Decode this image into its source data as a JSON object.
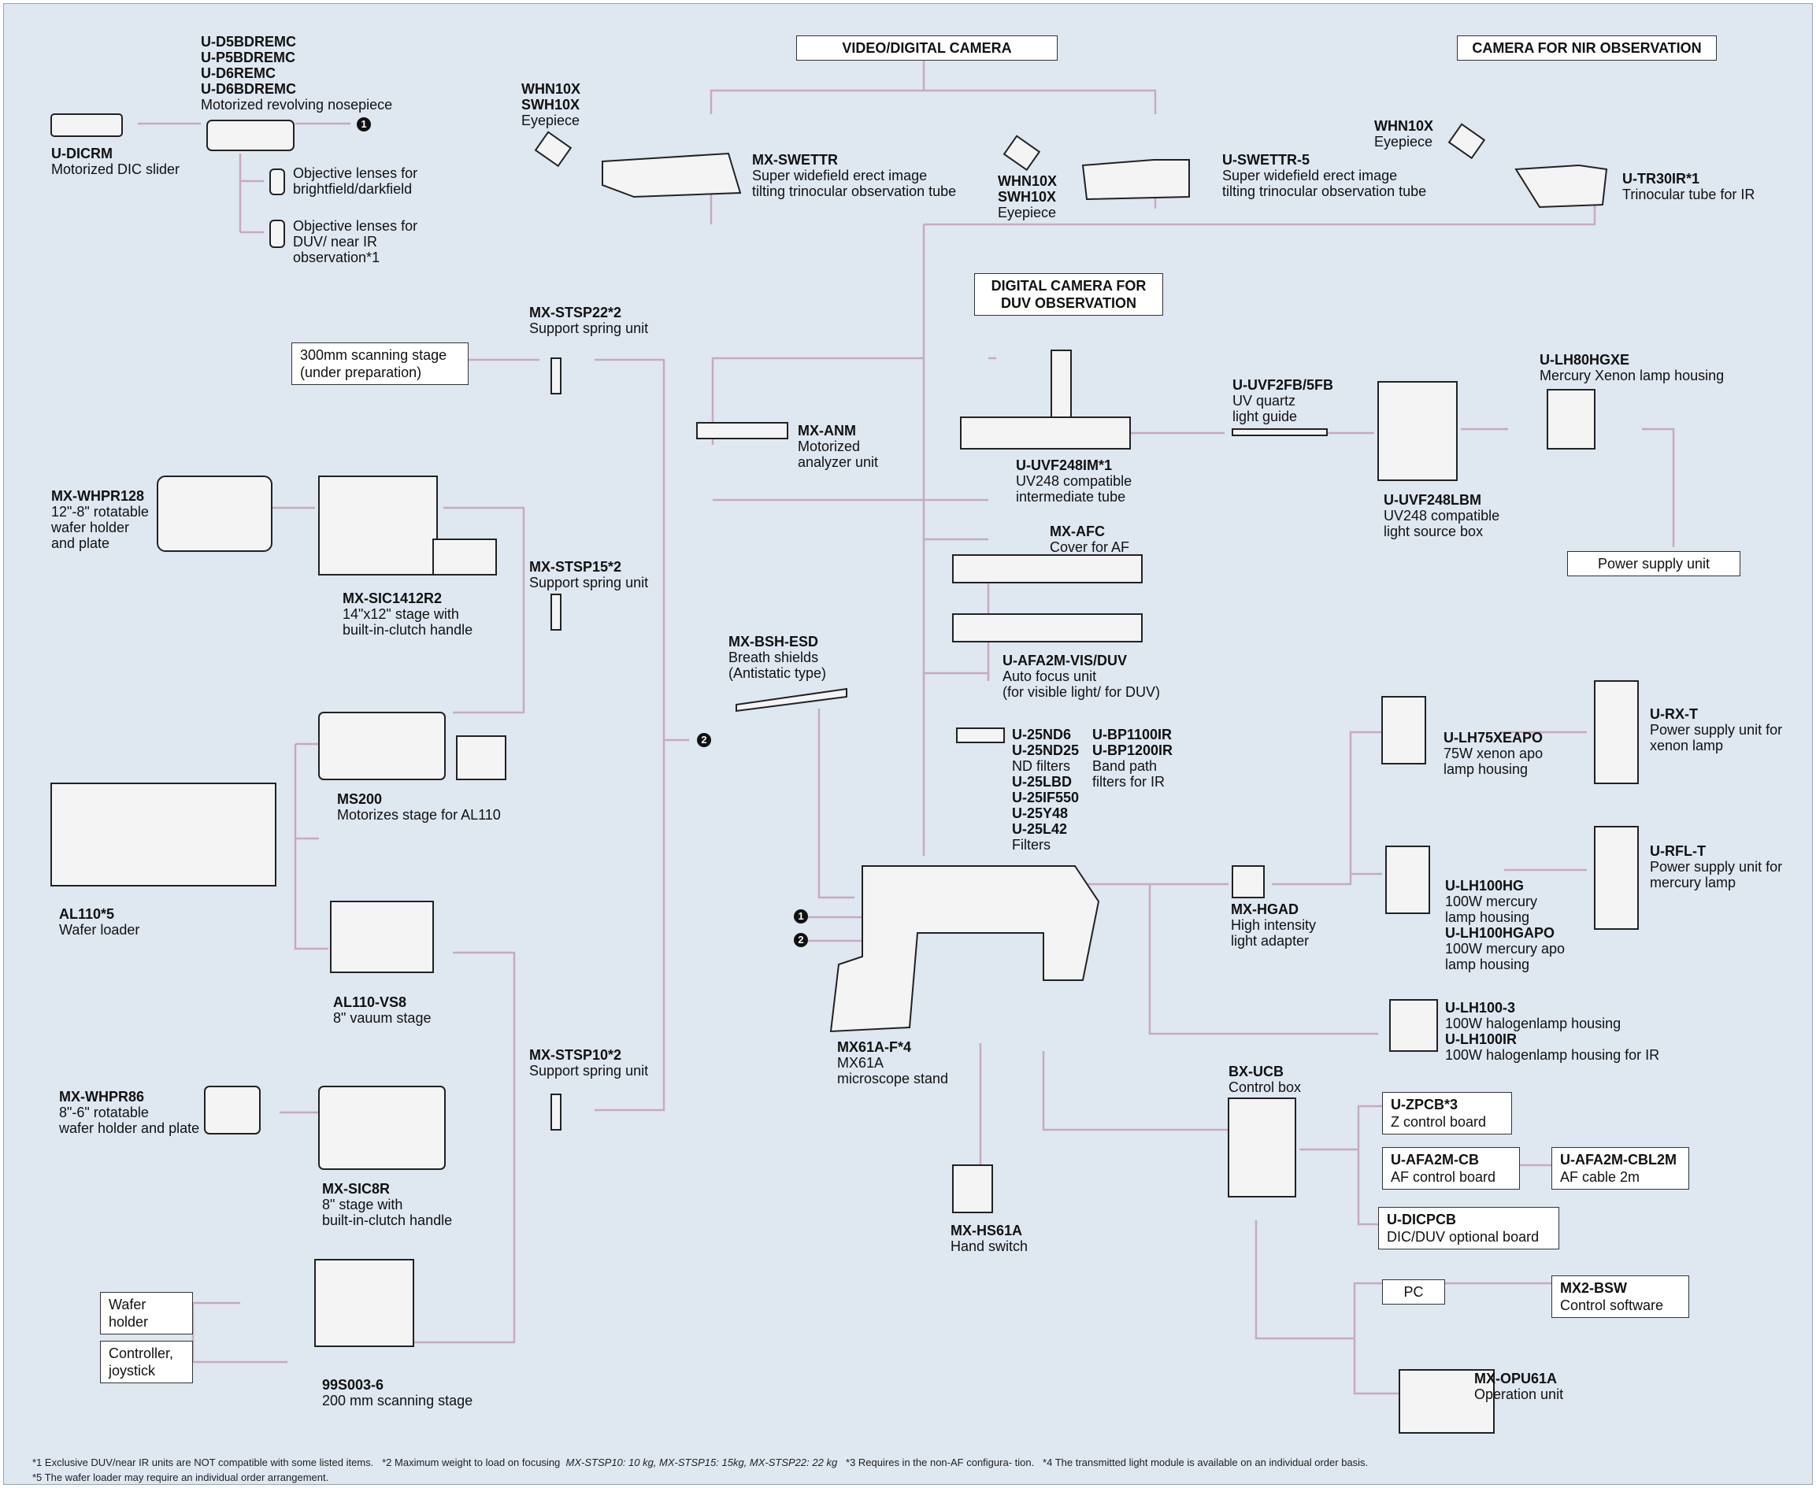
{
  "colors": {
    "background": "#dfe7f1",
    "connector": "#c8a9bd",
    "equipment_fill": "#f4f4f4",
    "equipment_stroke": "#222222"
  },
  "headings": {
    "video_camera": "VIDEO/DIGITAL CAMERA",
    "nir_camera": "CAMERA FOR NIR OBSERVATION",
    "duv_camera": "DIGITAL CAMERA FOR DUV OBSERVATION"
  },
  "boxes": {
    "scan300": "300mm scanning stage (under preparation)",
    "power_supply": "Power supply unit",
    "wafer_holder": "Wafer holder",
    "controller": "Controller, joystick",
    "pc": "PC"
  },
  "markers": {
    "one": "1",
    "two": "2"
  },
  "components": {
    "nosepiece": {
      "title": "U-D5BDREMC\nU-P5BDREMC\nU-D6REMC\nU-D6BDREMC",
      "desc": "Motorized revolving nosepiece"
    },
    "dicrm": {
      "title": "U-DICRM",
      "desc": "Motorized DIC slider"
    },
    "obj_bf": {
      "desc": "Objective lenses for brightfield/darkfield"
    },
    "obj_duv": {
      "desc": "Objective lenses for DUV/ near IR observation*1"
    },
    "eyepiece1": {
      "title": "WHN10X\nSWH10X",
      "desc": "Eyepiece"
    },
    "swettr": {
      "title": "MX-SWETTR",
      "desc": "Super widefield erect image\ntilting trinocular observation tube"
    },
    "eyepiece2": {
      "title": "WHN10X\nSWH10X",
      "desc": "Eyepiece"
    },
    "swettr5": {
      "title": "U-SWETTR-5",
      "desc": "Super widefield erect image\ntilting trinocular observation tube"
    },
    "eyepiece3": {
      "title": "WHN10X",
      "desc": "Eyepiece"
    },
    "tr30ir": {
      "title": "U-TR30IR*1",
      "desc": "Trinocular tube for IR"
    },
    "stsp22": {
      "title": "MX-STSP22*2",
      "desc": "Support spring unit"
    },
    "stsp15": {
      "title": "MX-STSP15*2",
      "desc": "Support spring unit"
    },
    "stsp10": {
      "title": "MX-STSP10*2",
      "desc": "Support spring unit"
    },
    "whpr128": {
      "title": "MX-WHPR128",
      "desc": "12\"-8\" rotatable\nwafer holder\nand plate"
    },
    "sic1412": {
      "title": "MX-SIC1412R2",
      "desc": "14\"x12\" stage with\nbuilt-in-clutch handle"
    },
    "ms200": {
      "title": "MS200",
      "desc": "Motorizes stage for AL110"
    },
    "al110": {
      "title": "AL110*5",
      "desc": "Wafer loader"
    },
    "vs8": {
      "title": "AL110-VS8",
      "desc": "8\" vauum stage"
    },
    "whpr86": {
      "title": "MX-WHPR86",
      "desc": "8\"-6\" rotatable\nwafer holder and plate"
    },
    "sic8r": {
      "title": "MX-SIC8R",
      "desc": "8\" stage with\nbuilt-in-clutch handle"
    },
    "scan99": {
      "title": "99S003-6",
      "desc": "200 mm scanning stage"
    },
    "anm": {
      "title": "MX-ANM",
      "desc": "Motorized\nanalyzer unit"
    },
    "bsh": {
      "title": "MX-BSH-ESD",
      "desc": "Breath shields\n(Antistatic type)"
    },
    "uvf248im": {
      "title": "U-UVF248IM*1",
      "desc": "UV248 compatible\nintermediate tube"
    },
    "uvf2fb": {
      "title": "U-UVF2FB/5FB",
      "desc": "UV quartz\nlight guide"
    },
    "uvf248lbm": {
      "title": "U-UVF248LBM",
      "desc": "UV248 compatible\nlight source box"
    },
    "lh80": {
      "title": "U-LH80HGXE",
      "desc": "Mercury Xenon lamp housing"
    },
    "afc": {
      "title": "MX-AFC",
      "desc": "Cover for AF"
    },
    "afa2m": {
      "title": "U-AFA2M-VIS/DUV",
      "desc": "Auto focus unit\n(for visible light/ for DUV)"
    },
    "filters": {
      "title": "U-25ND6\nU-25ND25",
      "desc": "ND filters"
    },
    "filters2": {
      "title": "U-25LBD\nU-25IF550\nU-25Y48\nU-25L42",
      "desc": "Filters"
    },
    "bp": {
      "title": "U-BP1100IR\nU-BP1200IR",
      "desc": "Band path\nfilters for IR"
    },
    "lh75": {
      "title": "U-LH75XEAPO",
      "desc": "75W xenon apo\nlamp housing"
    },
    "rxt": {
      "title": "U-RX-T",
      "desc": "Power supply unit for\nxenon lamp"
    },
    "hgad": {
      "title": "MX-HGAD",
      "desc": "High intensity\nlight adapter"
    },
    "lh100hg": {
      "title": "U-LH100HG",
      "desc": "100W mercury\nlamp housing"
    },
    "lh100hgapo": {
      "title": "U-LH100HGAPO",
      "desc": "100W mercury apo\nlamp housing"
    },
    "rflt": {
      "title": "U-RFL-T",
      "desc": "Power supply unit for\nmercury lamp"
    },
    "lh1003": {
      "title": "U-LH100-3",
      "desc": "100W halogenlamp housing"
    },
    "lh100ir": {
      "title": "U-LH100IR",
      "desc": "100W halogenlamp housing for IR"
    },
    "stand": {
      "title": "MX61A-F*4",
      "desc": "MX61A\nmicroscope stand"
    },
    "hs61a": {
      "title": "MX-HS61A",
      "desc": "Hand switch"
    },
    "ucb": {
      "title": "BX-UCB",
      "desc": "Control box"
    },
    "zpcb": {
      "title": "U-ZPCB*3",
      "desc": "Z control board"
    },
    "afacb": {
      "title": "U-AFA2M-CB",
      "desc": "AF control board"
    },
    "afacbl": {
      "title": "U-AFA2M-CBL2M",
      "desc": "AF cable 2m"
    },
    "dicpcb": {
      "title": "U-DICPCB",
      "desc": "DIC/DUV optional board"
    },
    "bsw": {
      "title": "MX2-BSW",
      "desc": "Control software"
    },
    "opu61a": {
      "title": "MX-OPU61A",
      "desc": "Operation unit"
    }
  },
  "footnotes": {
    "n1": "*1 Exclusive DUV/near IR units are NOT compatible with some listed items.",
    "n2a": "*2 Maximum weight to load on focusing",
    "n2b": "MX-STSP10: 10 kg, MX-STSP15: 15kg, MX-STSP22: 22 kg",
    "n3": "*3 Requires in the non-AF configura-   tion.",
    "n4": "*4 The transmitted light module is available on an individual order basis.",
    "n5": "*5 The wafer loader may require an individual order arrangement."
  }
}
